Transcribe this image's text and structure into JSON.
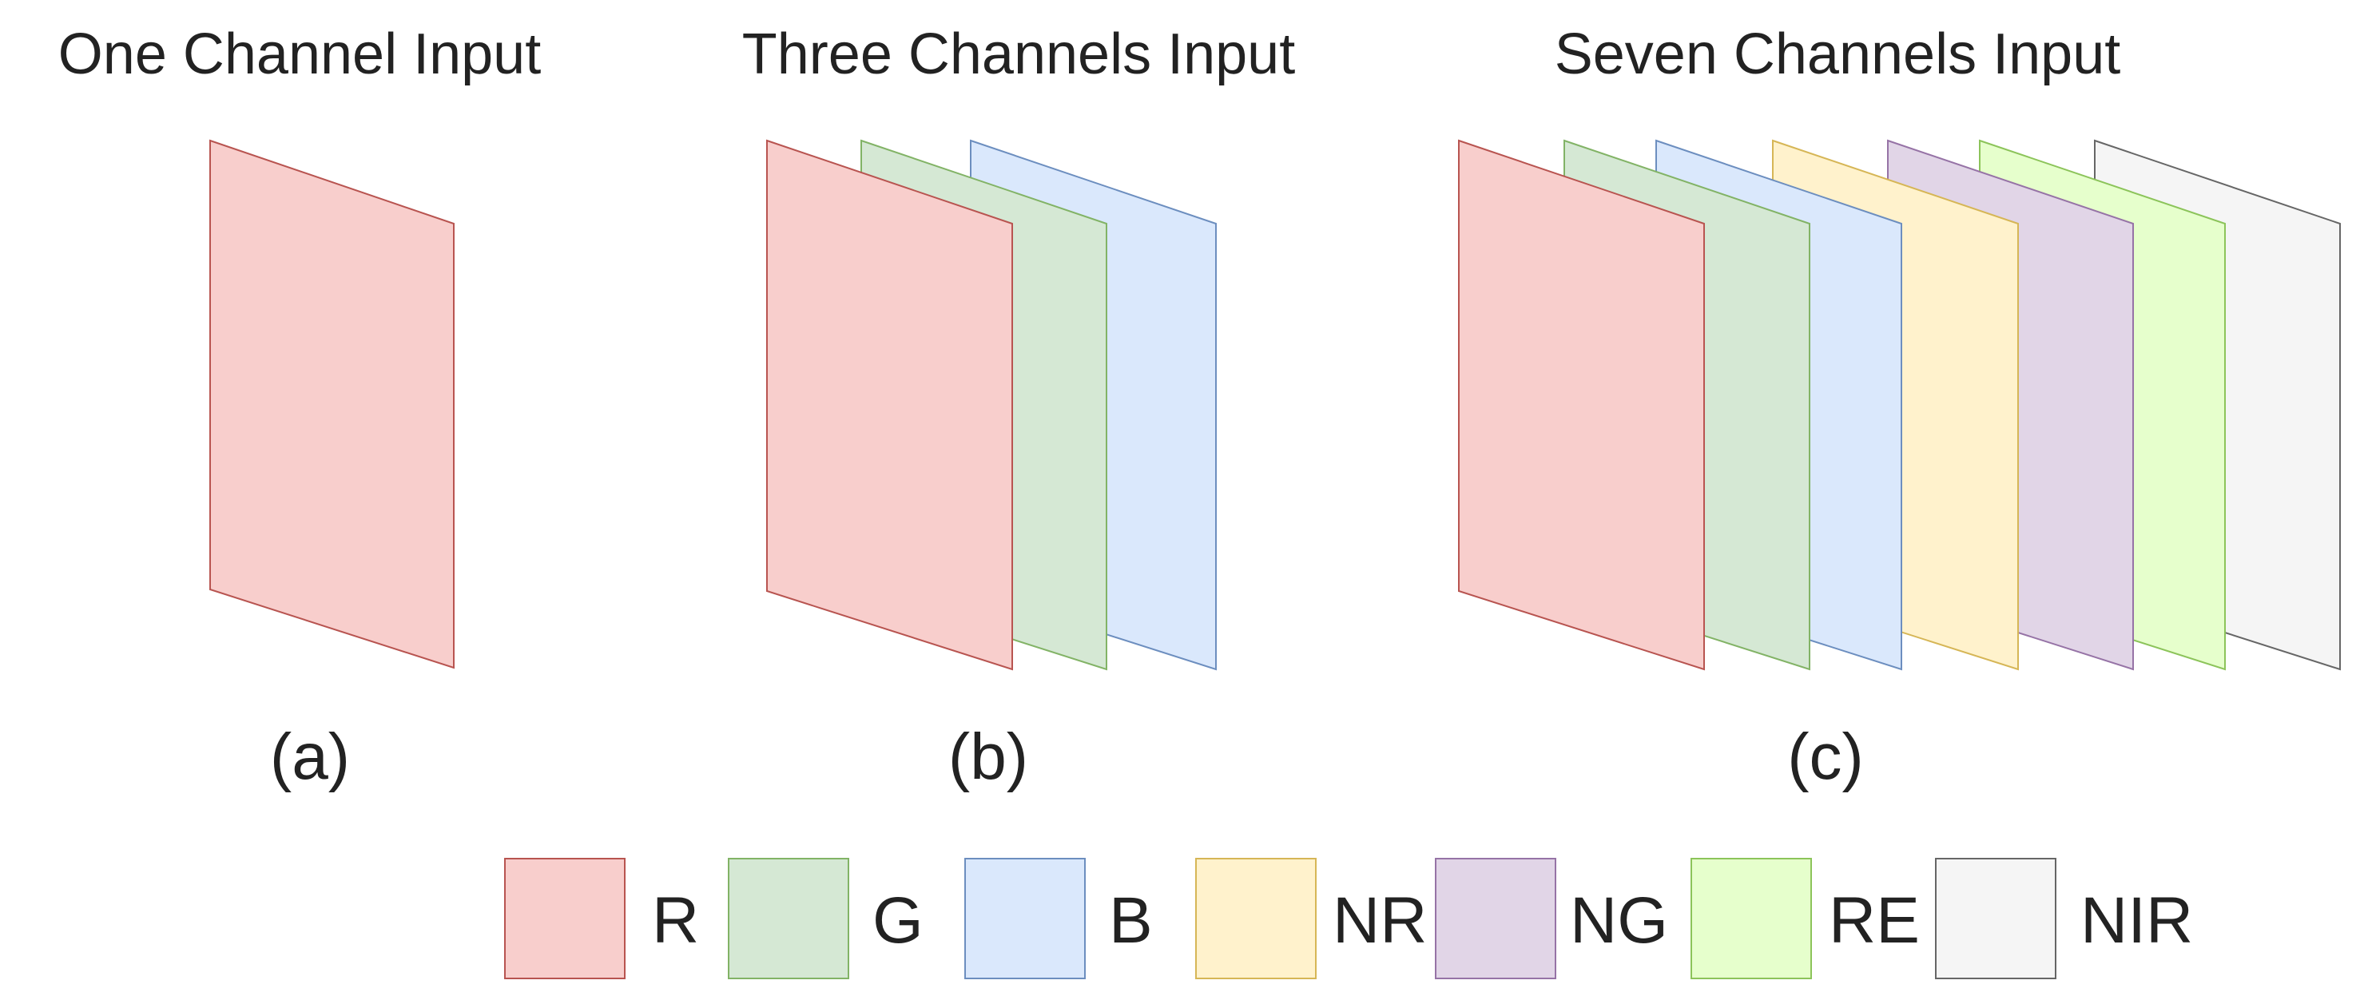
{
  "panels": [
    {
      "title": "One Channel Input",
      "sub": "(a)",
      "channels": [
        "R"
      ]
    },
    {
      "title": "Three Channels Input",
      "sub": "(b)",
      "channels": [
        "R",
        "G",
        "B"
      ]
    },
    {
      "title": "Seven Channels Input",
      "sub": "(c)",
      "channels": [
        "R",
        "G",
        "B",
        "NR",
        "NG",
        "RE",
        "NIR"
      ]
    }
  ],
  "channels": {
    "R": {
      "label": "R",
      "fill": "#f8cecc",
      "stroke": "#b85450"
    },
    "G": {
      "label": "G",
      "fill": "#d5e8d4",
      "stroke": "#82b366"
    },
    "B": {
      "label": "B",
      "fill": "#dae8fc",
      "stroke": "#6c8ebf"
    },
    "NR": {
      "label": "NR",
      "fill": "#fff2cc",
      "stroke": "#d6b656"
    },
    "NG": {
      "label": "NG",
      "fill": "#e1d5e7",
      "stroke": "#9673a6"
    },
    "RE": {
      "label": "RE",
      "fill": "#e6ffcc",
      "stroke": "#8cc45a"
    },
    "NIR": {
      "label": "NIR",
      "fill": "#f5f5f5",
      "stroke": "#666666"
    }
  },
  "legend_order": [
    "R",
    "G",
    "B",
    "NR",
    "NG",
    "RE",
    "NIR"
  ]
}
